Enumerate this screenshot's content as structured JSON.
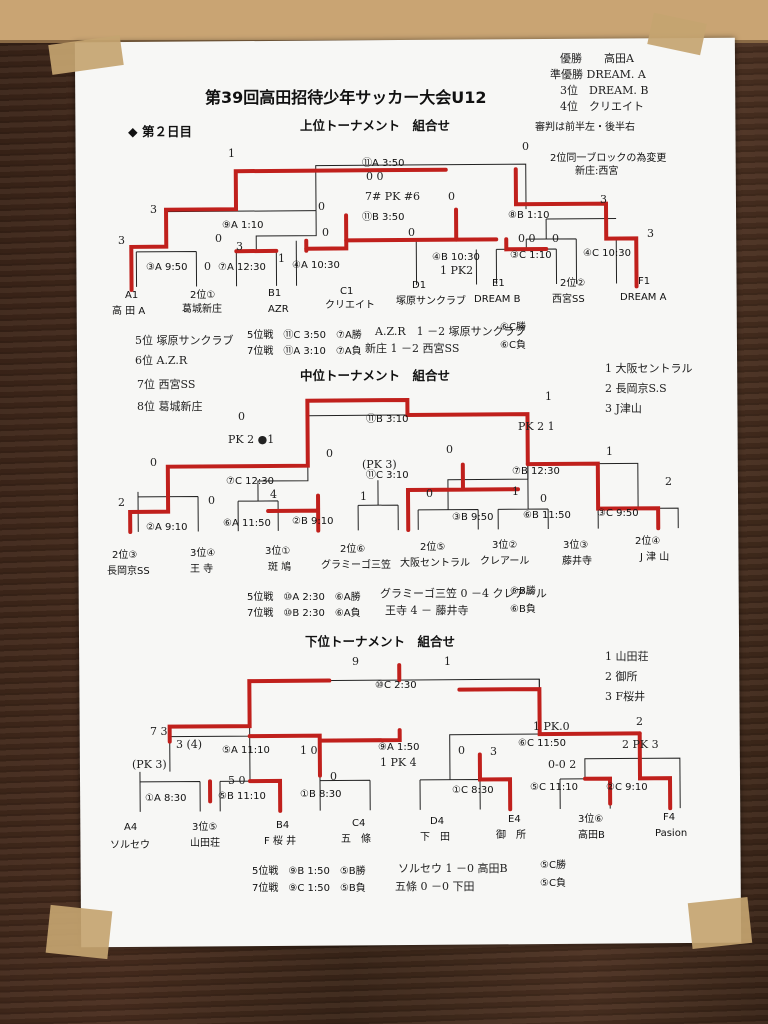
{
  "title": "第39回高田招待少年サッカー大会U12",
  "day": "◆ 第２日目",
  "referee_note": "審判は前半左・後半右",
  "handwritten_top": [
    "優勝　　高田A",
    "準優勝 DREAM. A",
    "3位　DREAM. B",
    "4位　クリエイト"
  ],
  "upper": {
    "heading": "上位トーナメント　組合せ",
    "note1": "2位同一ブロックの為変更",
    "note2": "新庄:西宮",
    "match_final": "⑪A 3:50",
    "match_sf_left": "⑪B 3:50",
    "match_qf_left": "⑨A 1:10",
    "match_qf_right": "⑧B 1:10",
    "match_r1_1": "③A 9:50",
    "match_r1_2": "⑦A 12:30",
    "match_r1_3": "④A 10:30",
    "match_r1_4": "④B 10:30",
    "match_r1_5": "③C 1:10",
    "match_r1_6": "④C 10:30",
    "seeds": [
      "A1",
      "2位①",
      "B1",
      "C1",
      "D1",
      "E1",
      "2位②",
      "F1"
    ],
    "teams": [
      "高 田 A",
      "葛城新庄",
      "AZR",
      "クリエイト",
      "塚原サンクラブ",
      "DREAM B",
      "西宮SS",
      "DREAM A"
    ],
    "placement_1": "5位戦　⑪C 3:50　⑦A勝",
    "placement_2": "7位戦　⑪A 3:10　⑦A負",
    "placement_1b": "⑥C勝",
    "placement_2b": "⑥C負",
    "hw_result1": "A.Z.R　1 －2 塚原サンクラブ",
    "hw_result2": "新庄 1 －2 西宮SS",
    "hw_ranks": [
      "5位 塚原サンクラブ",
      "6位 A.Z.R",
      "7位 西宮SS",
      "8位 葛城新庄"
    ],
    "hw_scores": [
      "1",
      "0",
      "0 0",
      "3",
      "0",
      "0",
      "0",
      "0",
      "3",
      "3",
      "0",
      "1",
      "0",
      "1 PK2",
      "0 0",
      "0",
      "3",
      "3",
      "7# PK #6"
    ]
  },
  "middle": {
    "heading": "中位トーナメント　組合せ",
    "hw_ranks": [
      "1 大阪セントラル",
      "2 長岡京S.S",
      "3 J津山"
    ],
    "match_final": "⑪B 3:10",
    "match_qf_left": "⑦C 12:30",
    "match_sf": "⑪C 3:10",
    "match_qf_right": "⑦B 12:30",
    "match_r1_1": "②A 9:10",
    "match_r1_2": "⑥A 11:50",
    "match_r1_3": "②B 9:10",
    "match_r1_4": "③B 9:50",
    "match_r1_5": "⑥B 11:50",
    "match_r1_6": "③C 9:50",
    "seeds": [
      "2位③",
      "3位④",
      "3位①",
      "2位⑥",
      "2位⑤",
      "3位②",
      "3位③",
      "2位④"
    ],
    "teams": [
      "長岡京SS",
      "王 寺",
      "斑 鳩",
      "グラミーゴ三笠",
      "大阪セントラル",
      "クレアール",
      "藤井寺",
      "J 津 山"
    ],
    "placement_1": "5位戦　⑩A 2:30　⑥A勝",
    "placement_2": "7位戦　⑩B 2:30　⑥A負",
    "placement_1b": "⑥B勝",
    "placement_2b": "⑥B負",
    "hw_result1": "グラミーゴ三笠 0 －4 クレアール",
    "hw_result2": "王寺 4 － 藤井寺",
    "hw_scores": [
      "PK 2 ●1",
      "0",
      "0",
      "2",
      "0",
      "4",
      "1",
      "0",
      "PK 2 1",
      "(PK 3)",
      "0",
      "1",
      "0",
      "2",
      "1",
      "0",
      "1"
    ]
  },
  "lower": {
    "heading": "下位トーナメント　組合せ",
    "hw_ranks": [
      "1 山田荘",
      "2 御所",
      "3 F桜井"
    ],
    "match_final": "⑩C 2:30",
    "match_sf_left": "⑤A 11:10",
    "match_sf_mid": "⑨A 1:50",
    "match_sf_right": "⑥C 11:50",
    "match_r1_1": "①A 8:30",
    "match_r1_2": "⑤B 11:10",
    "match_r1_3": "①B 8:30",
    "match_r1_4": "①C 8:30",
    "match_r1_5": "⑤C 11:10",
    "match_r1_6": "②C 9:10",
    "seeds": [
      "A4",
      "3位⑤",
      "B4",
      "C4",
      "D4",
      "E4",
      "3位⑥",
      "F4"
    ],
    "teams": [
      "ソルセウ",
      "山田荘",
      "F 桜 井",
      "五　條",
      "下　田",
      "御　所",
      "高田B",
      "Pasion"
    ],
    "placement_1": "5位戦　⑨B 1:50　⑤B勝",
    "placement_2": "7位戦　⑨C 1:50　⑤B負",
    "placement_1b": "⑤C勝",
    "placement_2b": "⑤C負",
    "hw_result1": "ソルセウ 1 －0 高田B",
    "hw_result2": "五條 0 －0 下田",
    "hw_scores": [
      "9",
      "1",
      "7 3",
      "3 (4)",
      "(PK 3)",
      "1 0",
      "5 0",
      "1 PK 4",
      "0",
      "0",
      "3",
      "1 PK.0",
      "2",
      "2 PK 3",
      "0-0 2"
    ]
  },
  "colors": {
    "paper": "#f7f7f5",
    "ink": "#111111",
    "marker": "#c0201c",
    "tape": "#c4a470"
  }
}
